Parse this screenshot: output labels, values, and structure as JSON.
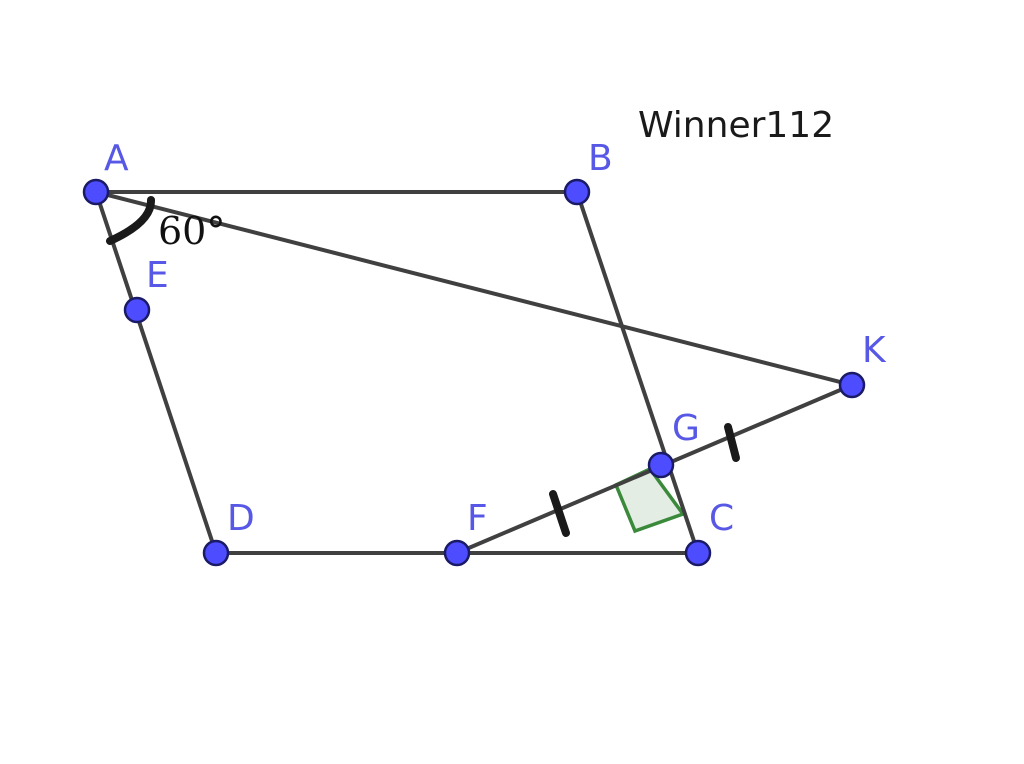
{
  "watermark": "Winner112",
  "angle_label": "60°",
  "points": {
    "A": "A",
    "B": "B",
    "C": "C",
    "D": "D",
    "E": "E",
    "F": "F",
    "G": "G",
    "K": "K"
  },
  "segments": [
    "AB",
    "BC",
    "CD",
    "DA",
    "AK",
    "FK"
  ],
  "marks": {
    "equal_ticks": [
      "FG",
      "GK"
    ],
    "right_angle_at": "G",
    "angle_at": "A"
  },
  "colors": {
    "segment": "#404040",
    "point_fill": "#4d4dff",
    "point_label": "#5858e6",
    "right_angle": "#3b8a3b"
  }
}
